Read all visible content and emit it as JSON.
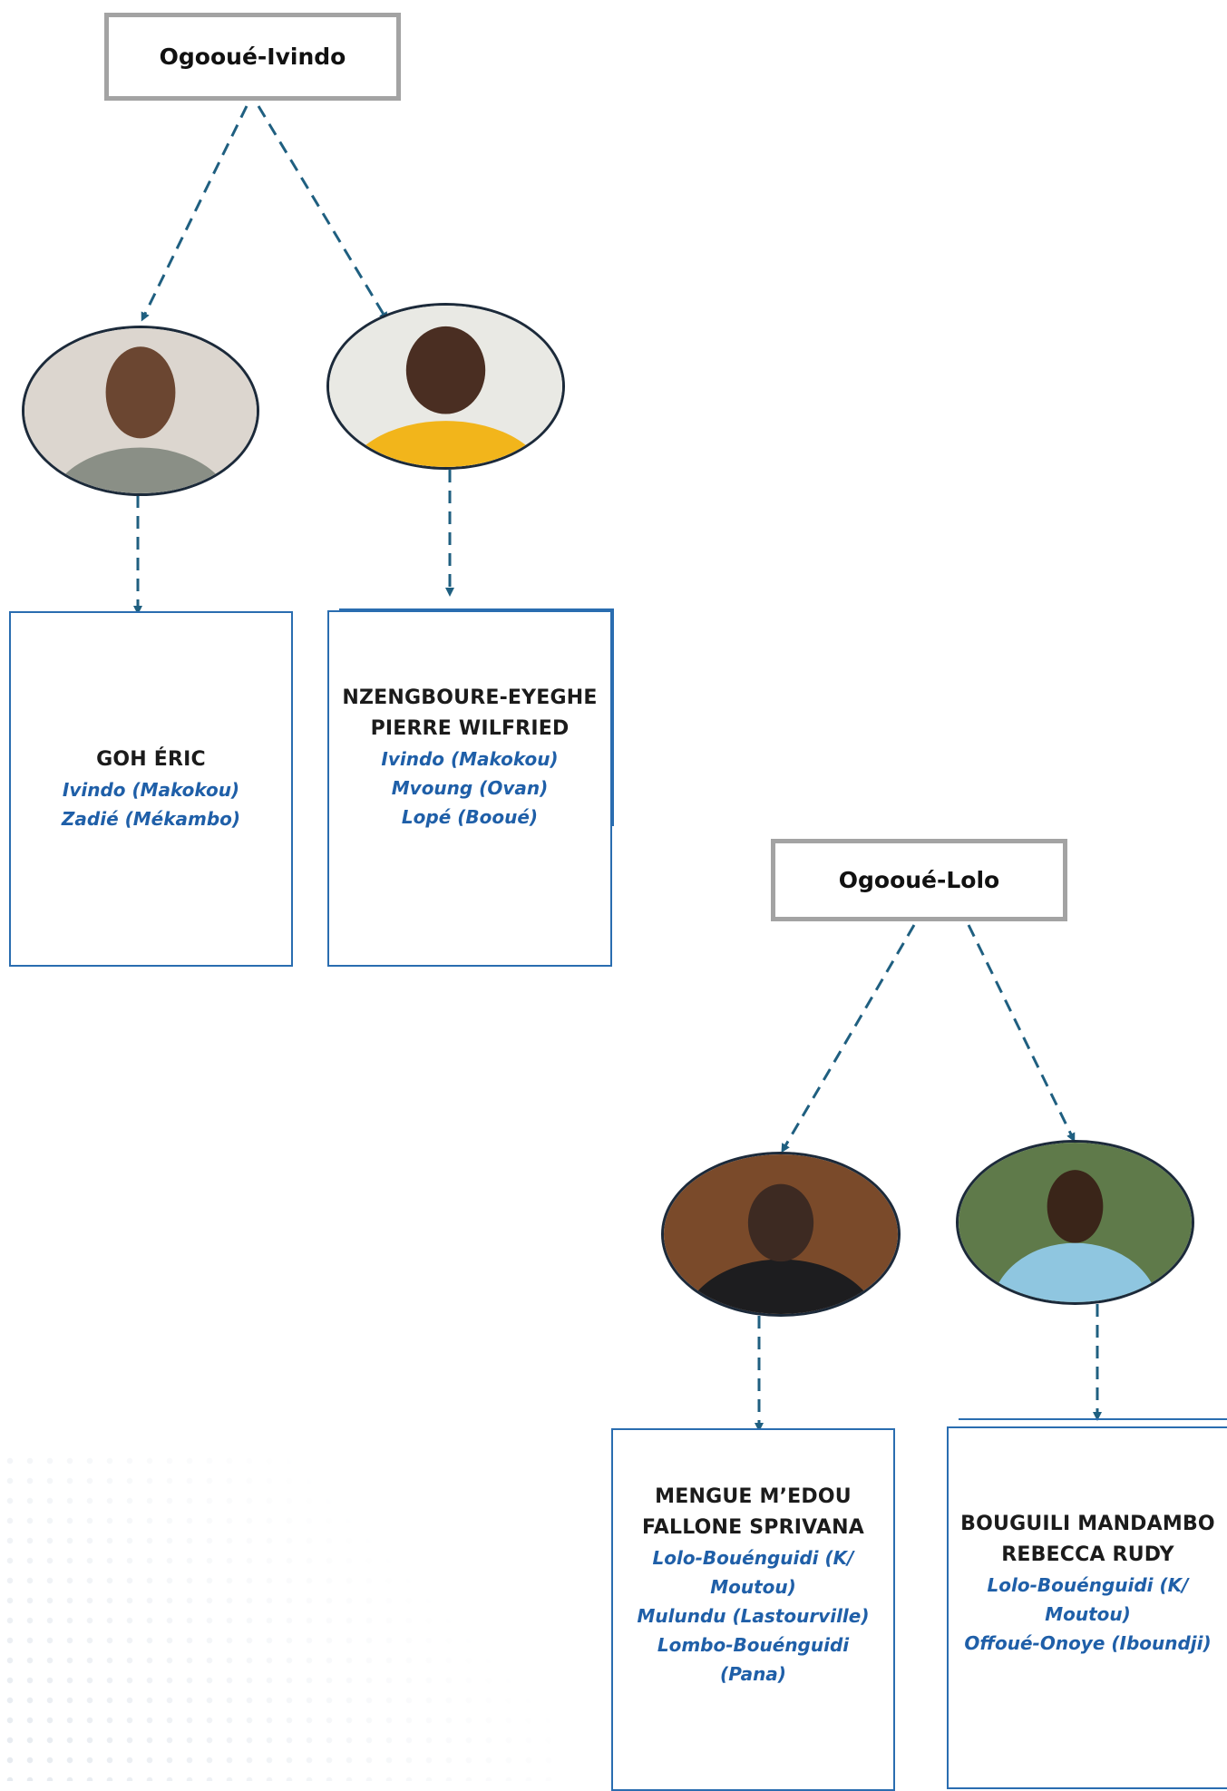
{
  "regions": [
    {
      "title": "Ogooué-Ivindo",
      "members": [
        {
          "name_lines": [
            "GOH ÉRIC"
          ],
          "zones": [
            "Ivindo (Makokou)",
            "Zadié (Mékambo)"
          ],
          "photo_colors": {
            "bg": "#dcd6cf",
            "skin": "#6b4631",
            "shirt": "#8a8f86"
          }
        },
        {
          "name_lines": [
            "NZENGBOURE-EYEGHE",
            "PIERRE WILFRIED"
          ],
          "zones": [
            "Ivindo (Makokou)",
            "Mvoung (Ovan)",
            "Lopé (Booué)"
          ],
          "photo_colors": {
            "bg": "#e9e9e4",
            "skin": "#4a2e22",
            "shirt": "#f2b51b"
          }
        }
      ]
    },
    {
      "title": "Ogooué-Lolo",
      "members": [
        {
          "name_lines": [
            "MENGUE M’EDOU",
            "FALLONE SPRIVANA"
          ],
          "zones": [
            "Lolo-Bouénguidi (K/",
            "Moutou)",
            "Mulundu (Lastourville)",
            "Lombo-Bouénguidi",
            "(Pana)"
          ],
          "photo_colors": {
            "bg": "#7a4a2a",
            "skin": "#3d2a22",
            "shirt": "#1d1d1f"
          }
        },
        {
          "name_lines": [
            "BOUGUILI MANDAMBO",
            "REBECCA RUDY"
          ],
          "zones": [
            "Lolo-Bouénguidi (K/",
            "Moutou)",
            "Offoué-Onoye (Iboundji)"
          ],
          "photo_colors": {
            "bg": "#5f7a4a",
            "skin": "#3a2519",
            "shirt": "#8fc6e0"
          }
        }
      ]
    }
  ],
  "colors": {
    "connector": "#1f5f80",
    "region_border": "#a3a3a3",
    "card_border": "#2a6db0",
    "zone_text": "#1f5fa8"
  }
}
